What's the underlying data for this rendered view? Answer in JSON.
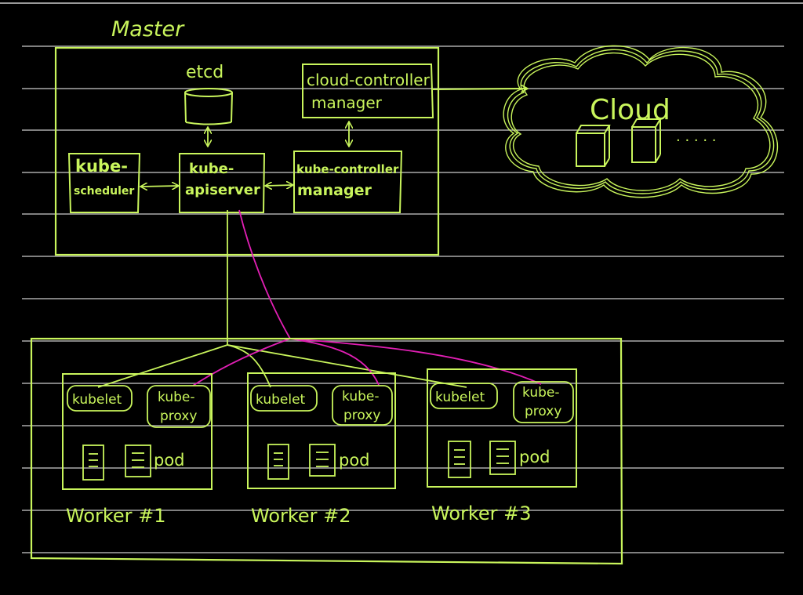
{
  "colors": {
    "background": "#000000",
    "ink_green": "#c9f55c",
    "ink_magenta": "#e11fb4",
    "ruled_line": "#bdbdbd"
  },
  "master": {
    "title": "Master",
    "etcd": "etcd",
    "cloud_controller_line1": "cloud-controller",
    "cloud_controller_line2": "manager",
    "scheduler_line1": "kube-",
    "scheduler_line2": "scheduler",
    "apiserver_line1": "kube-",
    "apiserver_line2": "apiserver",
    "controller_manager_line1": "kube-controller",
    "controller_manager_line2": "manager"
  },
  "cloud": {
    "label": "Cloud",
    "ellipsis": "· · · · ·"
  },
  "workers": [
    {
      "title": "Worker #1",
      "kubelet": "kubelet",
      "proxy_line1": "kube-",
      "proxy_line2": "proxy",
      "pod": "pod"
    },
    {
      "title": "Worker #2",
      "kubelet": "kubelet",
      "proxy_line1": "kube-",
      "proxy_line2": "proxy",
      "pod": "pod"
    },
    {
      "title": "Worker #3",
      "kubelet": "kubelet",
      "proxy_line1": "kube-",
      "proxy_line2": "proxy",
      "pod": "pod"
    }
  ]
}
